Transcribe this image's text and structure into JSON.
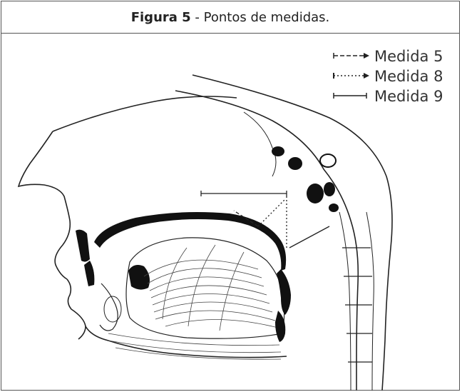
{
  "caption": {
    "label": "Figura 5",
    "separator": " - ",
    "text": "Pontos de medidas."
  },
  "legend": [
    {
      "label": "Medida 5",
      "line_style": "dashed"
    },
    {
      "label": "Medida 8",
      "line_style": "dotted"
    },
    {
      "label": "Medida 9",
      "line_style": "solid"
    }
  ],
  "colors": {
    "border": "#555555",
    "ink": "#111111",
    "text": "#333333"
  }
}
